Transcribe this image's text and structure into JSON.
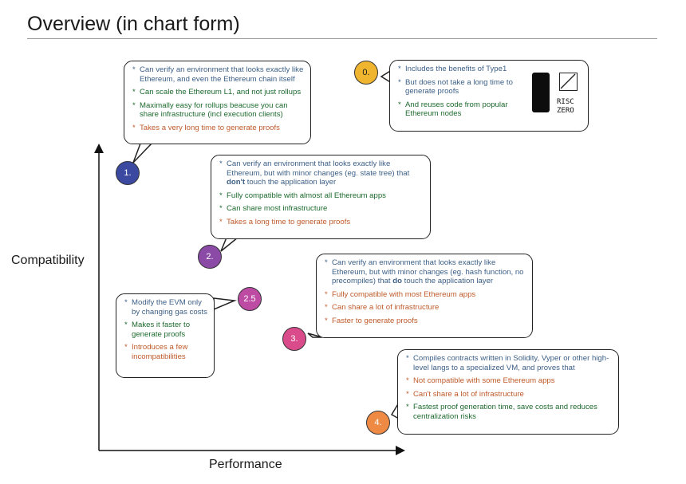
{
  "title": "Overview (in chart form)",
  "axes": {
    "y_label": "Compatibility",
    "x_label": "Performance"
  },
  "badges": {
    "b0": {
      "label": "0.",
      "color": "#efb52f"
    },
    "b1": {
      "label": "1.",
      "color": "#3b4aa0"
    },
    "b2": {
      "label": "2.",
      "color": "#8a4aa6"
    },
    "b25": {
      "label": "2.5",
      "color": "#bd4aa3"
    },
    "b3": {
      "label": "3.",
      "color": "#d94b8a"
    },
    "b4": {
      "label": "4.",
      "color": "#ef8a45"
    }
  },
  "types": {
    "t0": {
      "items": [
        {
          "text": "Includes the benefits of Type1",
          "color": "blue"
        },
        {
          "text": "But does not take a long time to generate proofs",
          "color": "blue"
        },
        {
          "text": "And reuses code from popular Ethereum nodes",
          "color": "green"
        }
      ],
      "logo": {
        "line1": "RISC",
        "line2": "ZERO"
      }
    },
    "t1": {
      "items": [
        {
          "text": "Can verify an environment that looks exactly like Ethereum, and even the Ethereum chain itself",
          "color": "blue"
        },
        {
          "text": "Can scale the Ethereum L1, and not just rollups",
          "color": "green"
        },
        {
          "text": "Maximally easy for rollups beacuse you can share infrastructure (incl execution clients)",
          "color": "green"
        },
        {
          "text": "Takes a very long time to generate proofs",
          "color": "orange"
        }
      ]
    },
    "t2": {
      "item1": {
        "before": "Can verify an environment that looks exactly like Ethereum, but with minor changes (eg. state tree) that ",
        "bold": "don't",
        "after": " touch the application layer"
      },
      "items": [
        {
          "text": "Fully compatible with almost all Ethereum apps",
          "color": "green"
        },
        {
          "text": "Can share most infrastructure",
          "color": "green"
        },
        {
          "text": "Takes a long time to generate proofs",
          "color": "orange"
        }
      ]
    },
    "t25": {
      "items": [
        {
          "text": "Modify the EVM only by changing gas costs",
          "color": "blue"
        },
        {
          "text": "Makes it faster to generate proofs",
          "color": "green"
        },
        {
          "text": "Introduces a few incompatibilities",
          "color": "orange"
        }
      ]
    },
    "t3": {
      "item1": {
        "before": "Can verify an environment that looks exactly like Ethereum, but with minor changes (eg. hash function, no precompiles) that ",
        "bold": "do",
        "after": " touch the application layer"
      },
      "items": [
        {
          "text": "Fully compatible with most Ethereum apps",
          "color": "orange"
        },
        {
          "text": "Can share a lot of infrastructure",
          "color": "orange"
        },
        {
          "text": "Faster to generate proofs",
          "color": "orange"
        }
      ]
    },
    "t4": {
      "items": [
        {
          "text": "Compiles contracts written in Solidity, Vyper or other high-level langs to a specialized VM, and proves that",
          "color": "blue"
        },
        {
          "text": "Not compatible with some Ethereum apps",
          "color": "orange"
        },
        {
          "text": "Can't share a lot of infrastructure",
          "color": "orange"
        },
        {
          "text": "Fastest proof generation time, save costs and reduces centralization risks",
          "color": "green"
        }
      ]
    }
  }
}
